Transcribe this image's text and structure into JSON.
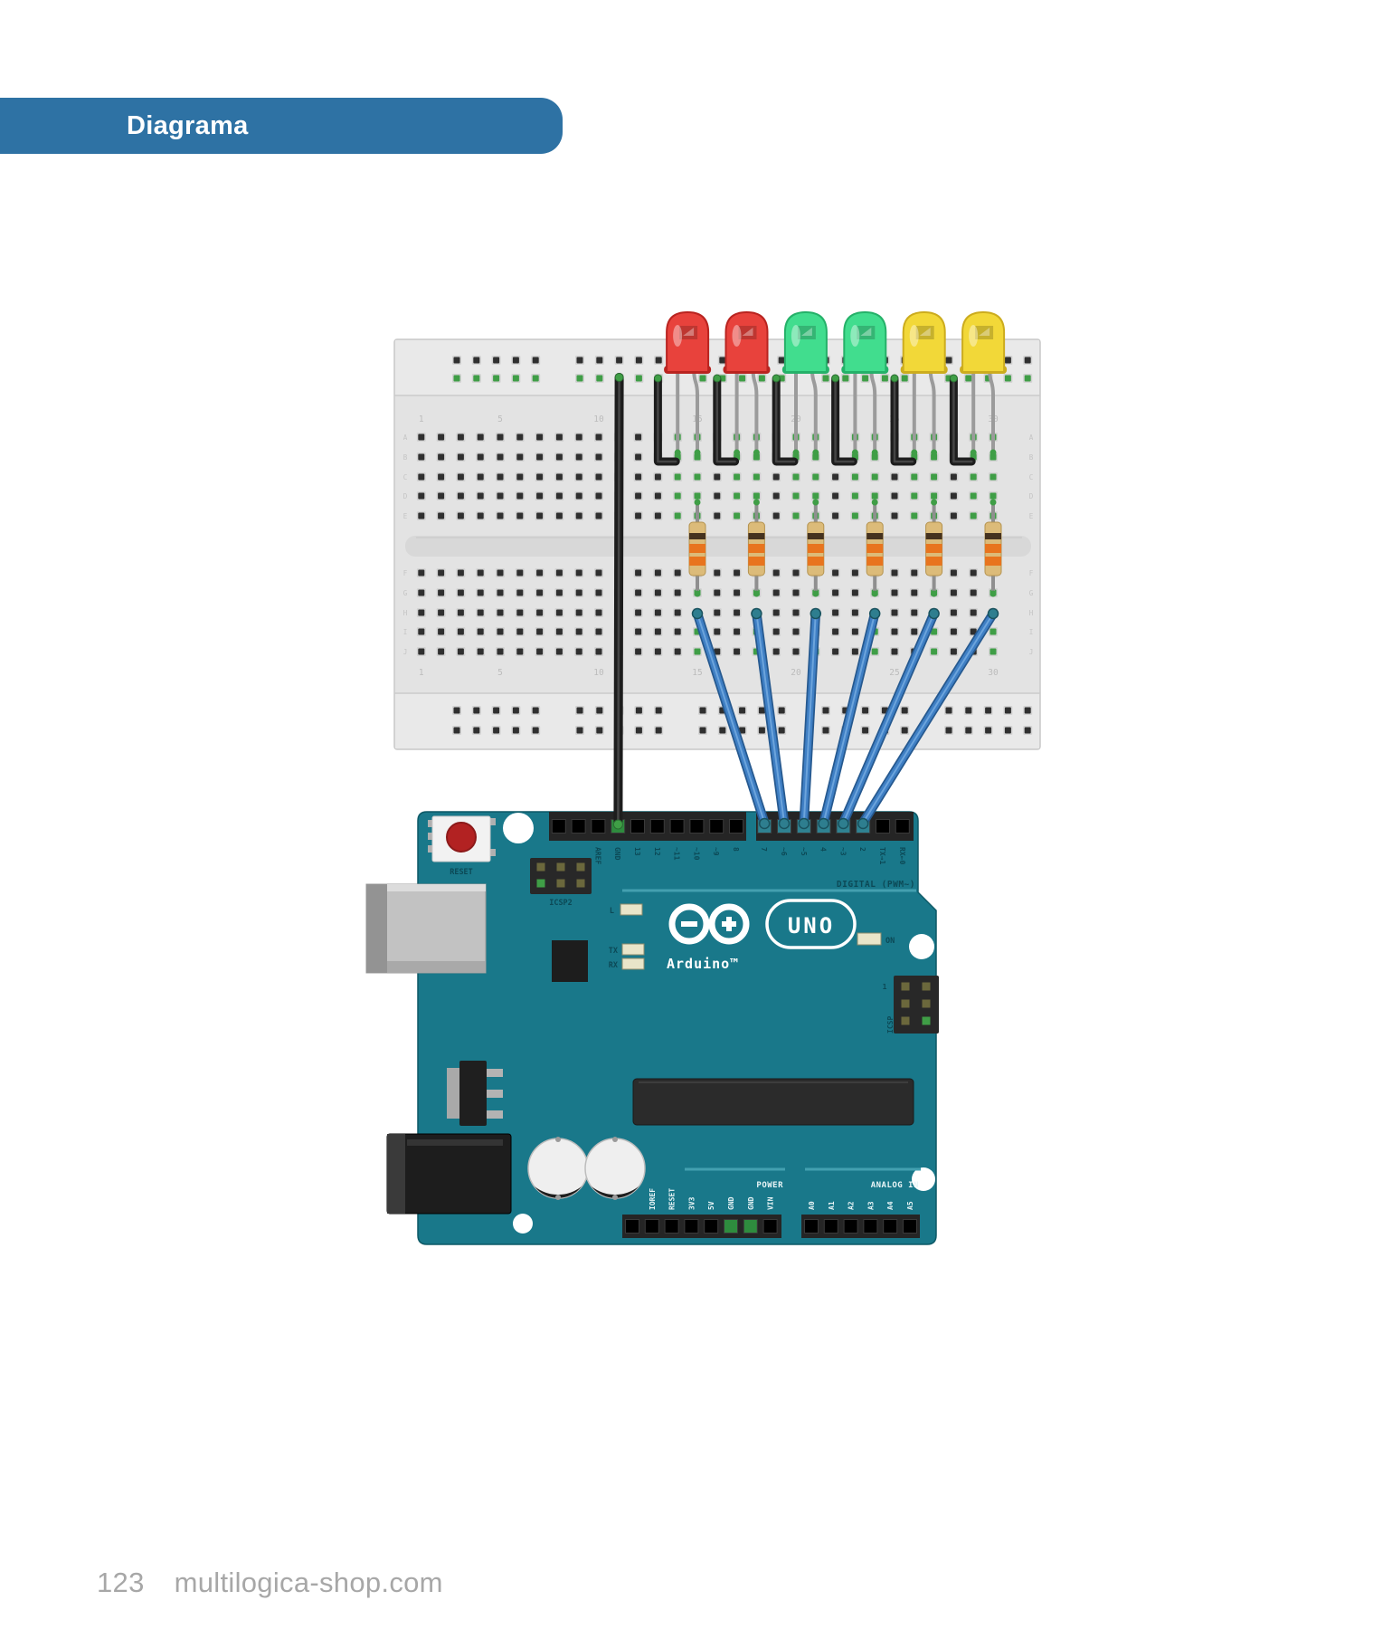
{
  "header": {
    "title": "Diagrama"
  },
  "footer": {
    "page_number": "123",
    "site": "multilogica-shop.com"
  },
  "colors": {
    "header_bar": "#2e72a4",
    "page_bg": "#ffffff",
    "footer_text": "#a7a7a7",
    "breadboard_body": "#e3e3e3",
    "breadboard_rail": "#e9e9e9",
    "breadboard_channel": "#d8d8d8",
    "hole_dark": "#2f2f2f",
    "hole_green": "#3f9e46",
    "board_teal": "#19788a",
    "board_edge": "#0d5966",
    "silk_dark": "#0c4956",
    "silk_light": "#e9f5f7",
    "silk_line": "#43a0b0",
    "wire_blue": "#3f7fc4",
    "wire_blue_dark": "#26598f",
    "wire_blue_light": "#6ca4dc",
    "wire_black": "#1d1d1d",
    "wire_end_teal": "#2e7e8f",
    "resistor_body": "#dcbb79",
    "resistor_band_orange": "#e8741e",
    "resistor_band_brown": "#45321f",
    "led_leg_gray": "#9b9b9b",
    "usb_gray": "#c2c2c2",
    "jack_black": "#1d1d1d",
    "reset_red": "#b22222"
  },
  "breadboard": {
    "column_numbers": [
      "1",
      "5",
      "10",
      "15",
      "20",
      "25",
      "30"
    ],
    "row_letters": [
      "A",
      "B",
      "C",
      "D",
      "E",
      "F",
      "G",
      "H",
      "I",
      "J"
    ]
  },
  "circuit": {
    "leds": [
      {
        "name": "led-red-1",
        "color": "red",
        "body": "#e8423c",
        "edge": "#b92420"
      },
      {
        "name": "led-red-2",
        "color": "red",
        "body": "#e8423c",
        "edge": "#b92420"
      },
      {
        "name": "led-green-1",
        "color": "green",
        "body": "#41dd8e",
        "edge": "#25b169"
      },
      {
        "name": "led-green-2",
        "color": "green",
        "body": "#41dd8e",
        "edge": "#25b169"
      },
      {
        "name": "led-yellow-1",
        "color": "yellow",
        "body": "#f2d838",
        "edge": "#ccac1e"
      },
      {
        "name": "led-yellow-2",
        "color": "yellow",
        "body": "#f2d838",
        "edge": "#ccac1e"
      }
    ],
    "resistor_count": 6,
    "signal_pins": [
      "7",
      "6",
      "5",
      "4",
      "3",
      "2"
    ],
    "ground_wire": {
      "from": "breadboard-ground-rail",
      "to": "GND"
    }
  },
  "arduino": {
    "brand": "Arduino™",
    "model": "UNO",
    "reset_label": "RESET",
    "icsp2_label": "ICSP2",
    "icsp_label": "ICSP",
    "icsp_pin1": "1",
    "led_l": "L",
    "led_tx": "TX",
    "led_rx": "RX",
    "led_on": "ON",
    "digital_header": "DIGITAL (PWM~)",
    "power_header": "POWER",
    "analog_header": "ANALOG IN",
    "digital_left_pins": [
      "",
      "",
      "AREF",
      "GND",
      "13",
      "12",
      "~11",
      "~10",
      "~9",
      "8"
    ],
    "digital_right_pins": [
      "7",
      "~6",
      "~5",
      "4",
      "~3",
      "2",
      "TX→1",
      "RX←0"
    ],
    "power_pins": [
      "",
      "IOREF",
      "RESET",
      "3V3",
      "5V",
      "GND",
      "GND",
      "VIN"
    ],
    "analog_pins": [
      "A0",
      "A1",
      "A2",
      "A3",
      "A4",
      "A5"
    ]
  }
}
